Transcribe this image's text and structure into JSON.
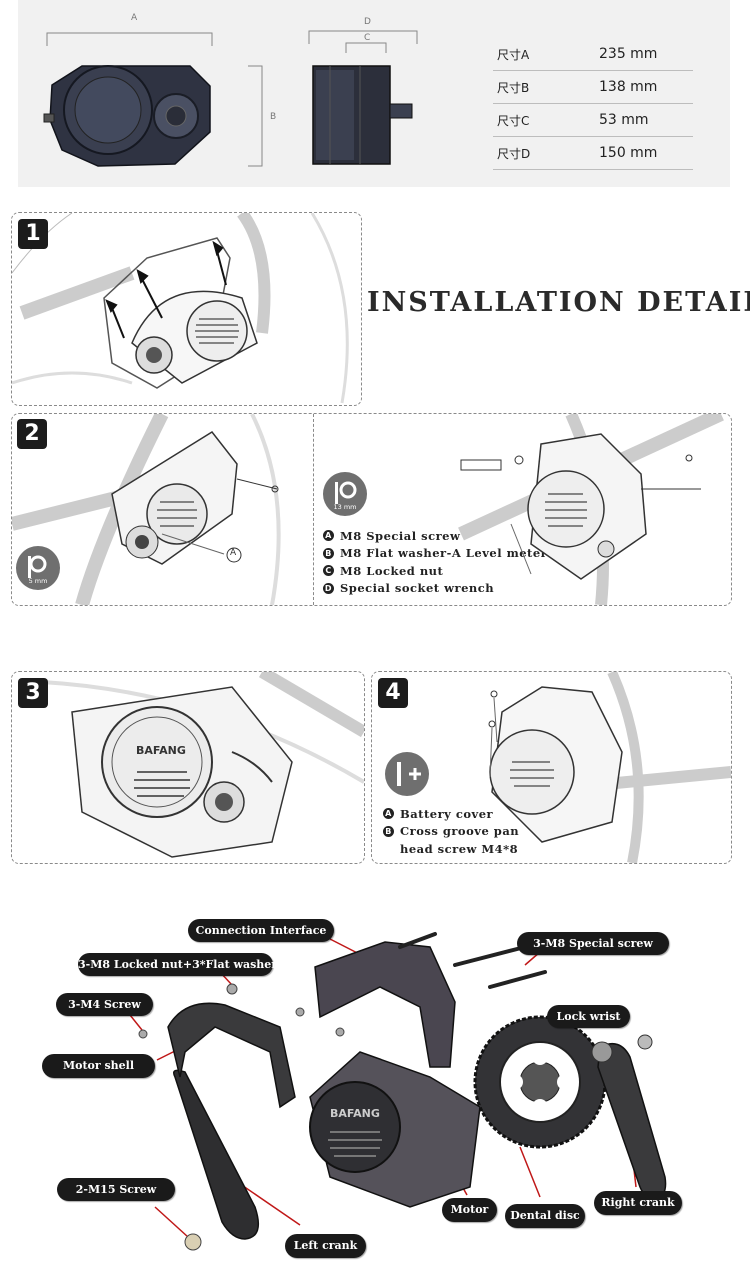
{
  "dimensions": {
    "labels": {
      "a": "A",
      "b": "B",
      "c": "C",
      "d": "D"
    },
    "rows": [
      {
        "key": "尺寸A",
        "value": "235 mm"
      },
      {
        "key": "尺寸B",
        "value": "138 mm"
      },
      {
        "key": "尺寸C",
        "value": "53 mm"
      },
      {
        "key": "尺寸D",
        "value": "150 mm"
      }
    ]
  },
  "title": "INSTALLATION DETAILS",
  "steps": {
    "s1": "1",
    "s2": "2",
    "s3": "3",
    "s4": "4"
  },
  "step2": {
    "tool_a_label": "13 mm",
    "tool_b_label": "5 mm",
    "callout": "A",
    "legend": [
      {
        "letter": "A",
        "text": "M8 Special screw"
      },
      {
        "letter": "B",
        "text": "M8 Flat washer-A Level meter"
      },
      {
        "letter": "C",
        "text": "M8 Locked nut"
      },
      {
        "letter": "D",
        "text": "Special socket wrench"
      }
    ]
  },
  "step4": {
    "legend": [
      {
        "letter": "A",
        "text": "Battery cover"
      },
      {
        "letter": "B",
        "text": "Cross groove pan"
      },
      {
        "letter": "",
        "text": "head screw M4*8"
      }
    ]
  },
  "motor_brand": "BAFANG",
  "exploded": {
    "labels": {
      "connection_interface": "Connection Interface",
      "locked_nut": "3-M8 Locked nut+3*Flat washer",
      "m4_screw": "3-M4 Screw",
      "motor_shell": "Motor shell",
      "m8_special_screw": "3-M8 Special screw",
      "lock_wrist": "Lock wrist",
      "m15_screw": "2-M15 Screw",
      "left_crank": "Left crank",
      "motor": "Motor",
      "dental_disc": "Dental disc",
      "right_crank": "Right crank"
    }
  }
}
